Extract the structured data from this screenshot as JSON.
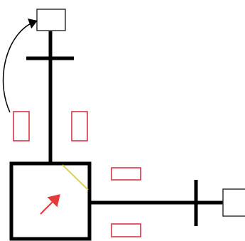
{
  "colors": {
    "background": "#ffffff",
    "structure": "#000000",
    "outline": "#333333",
    "red": "#d9263a",
    "yellow": "#d8d060",
    "arrow_red": "#e33a3a"
  },
  "diagram": {
    "elements": [
      {
        "name": "top-small-box",
        "kind": "box"
      },
      {
        "name": "right-small-box",
        "kind": "box"
      },
      {
        "name": "main-square",
        "kind": "box"
      },
      {
        "name": "vertical-rod",
        "kind": "line"
      },
      {
        "name": "horizontal-rod",
        "kind": "line"
      },
      {
        "name": "top-crossbar",
        "kind": "line"
      },
      {
        "name": "right-crossbar",
        "kind": "line"
      },
      {
        "name": "left-red-rect",
        "kind": "marker"
      },
      {
        "name": "middle-red-rect",
        "kind": "marker"
      },
      {
        "name": "upper-right-red-rect",
        "kind": "marker"
      },
      {
        "name": "lower-right-red-rect",
        "kind": "marker"
      },
      {
        "name": "curved-arrow",
        "kind": "arrow"
      },
      {
        "name": "inner-red-arrow",
        "kind": "arrow"
      },
      {
        "name": "yellow-diagonal",
        "kind": "line"
      }
    ]
  }
}
